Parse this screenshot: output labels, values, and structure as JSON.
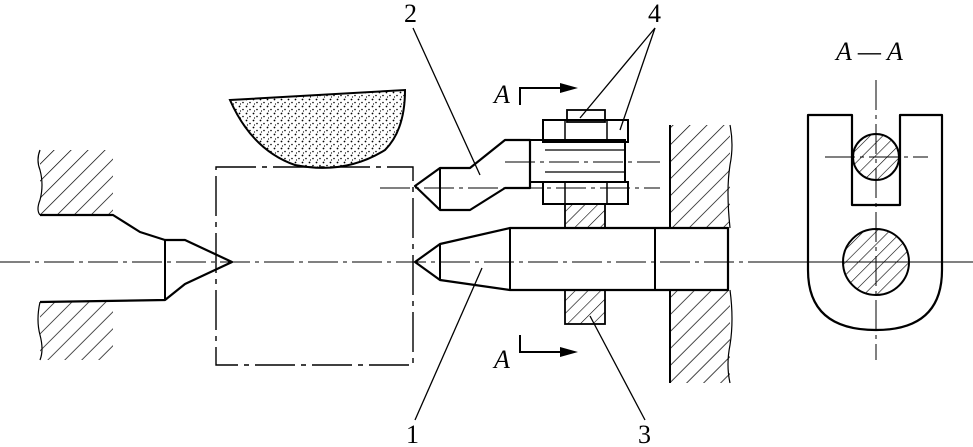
{
  "labels": {
    "part_1": "1",
    "part_2": "2",
    "part_3": "3",
    "part_4": "4",
    "section_mark_top": "A",
    "section_mark_bottom": "A",
    "section_view_title": "A — A"
  },
  "colors": {
    "line": "#000000",
    "background": "#ffffff"
  }
}
